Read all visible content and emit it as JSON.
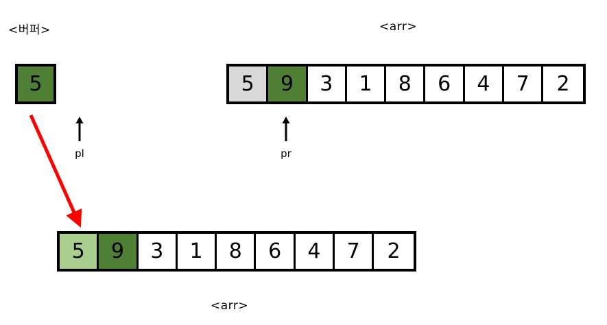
{
  "labels": {
    "buffer": "<버퍼>",
    "top_array": "<arr>",
    "bottom_array": "<arr>"
  },
  "buffer": {
    "value": "5",
    "fill": "green"
  },
  "colors": {
    "green": "#4E7F35",
    "light_green": "#A9CE8E",
    "gray": "#D9D9D9",
    "white": "#FFFFFF",
    "border": "#000000",
    "arrow_red": "#FF0000"
  },
  "top_array": {
    "cells": [
      {
        "value": "5",
        "fill": "gray"
      },
      {
        "value": "9",
        "fill": "green"
      },
      {
        "value": "3",
        "fill": "white"
      },
      {
        "value": "1",
        "fill": "white"
      },
      {
        "value": "8",
        "fill": "white"
      },
      {
        "value": "6",
        "fill": "white"
      },
      {
        "value": "4",
        "fill": "white"
      },
      {
        "value": "7",
        "fill": "white"
      },
      {
        "value": "2",
        "fill": "white"
      }
    ]
  },
  "bottom_array": {
    "cells": [
      {
        "value": "5",
        "fill": "lightgreen"
      },
      {
        "value": "9",
        "fill": "green"
      },
      {
        "value": "3",
        "fill": "white"
      },
      {
        "value": "1",
        "fill": "white"
      },
      {
        "value": "8",
        "fill": "white"
      },
      {
        "value": "6",
        "fill": "white"
      },
      {
        "value": "4",
        "fill": "white"
      },
      {
        "value": "7",
        "fill": "white"
      },
      {
        "value": "2",
        "fill": "white"
      }
    ]
  },
  "pointers": [
    {
      "name": "pl",
      "label": "pl"
    },
    {
      "name": "pr",
      "label": "pr"
    }
  ],
  "move_arrow": {
    "name": "buffer-to-array-arrow",
    "color": "#FF0000"
  }
}
